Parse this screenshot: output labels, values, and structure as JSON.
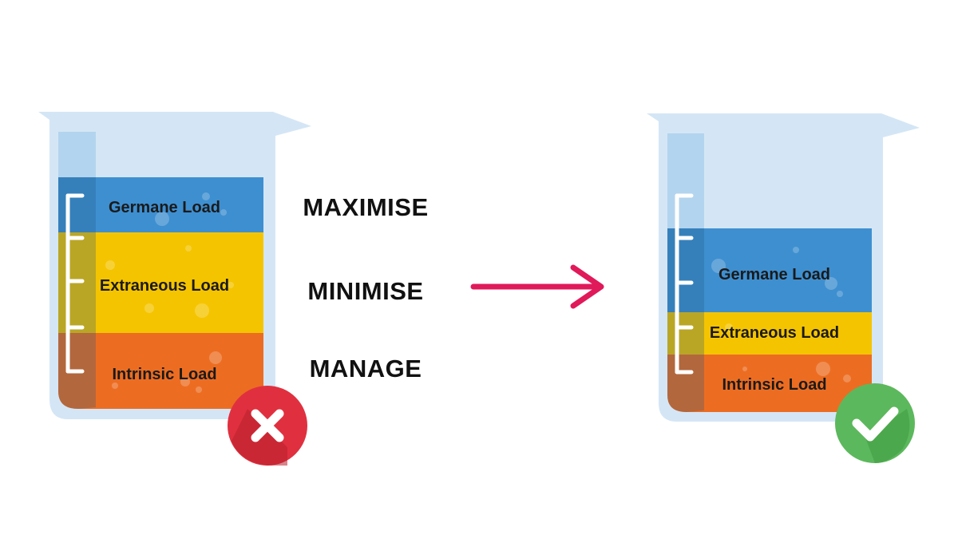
{
  "left_beaker": {
    "layers": [
      {
        "label": "Germane Load",
        "color": "#3e8fd0"
      },
      {
        "label": "Extraneous Load",
        "color": "#f5c400"
      },
      {
        "label": "Intrinsic Load",
        "color": "#ec6d22"
      }
    ],
    "status_icon": "cross-icon",
    "status_color": "#e0303f"
  },
  "actions": {
    "germane": "MAXIMISE",
    "extraneous": "MINIMISE",
    "intrinsic": "MANAGE"
  },
  "arrow": {
    "icon": "right-arrow-icon",
    "color": "#e0195b"
  },
  "right_beaker": {
    "layers": [
      {
        "label": "Germane Load",
        "color": "#3e8fd0"
      },
      {
        "label": "Extraneous Load",
        "color": "#f5c400"
      },
      {
        "label": "Intrinsic Load",
        "color": "#ec6d22"
      }
    ],
    "status_icon": "check-icon",
    "status_color": "#5cb85c"
  },
  "colors": {
    "glass": "#d4e6f5",
    "glass_inner_strip": "#b3d4ee",
    "scale_marks": "#ffffff"
  }
}
